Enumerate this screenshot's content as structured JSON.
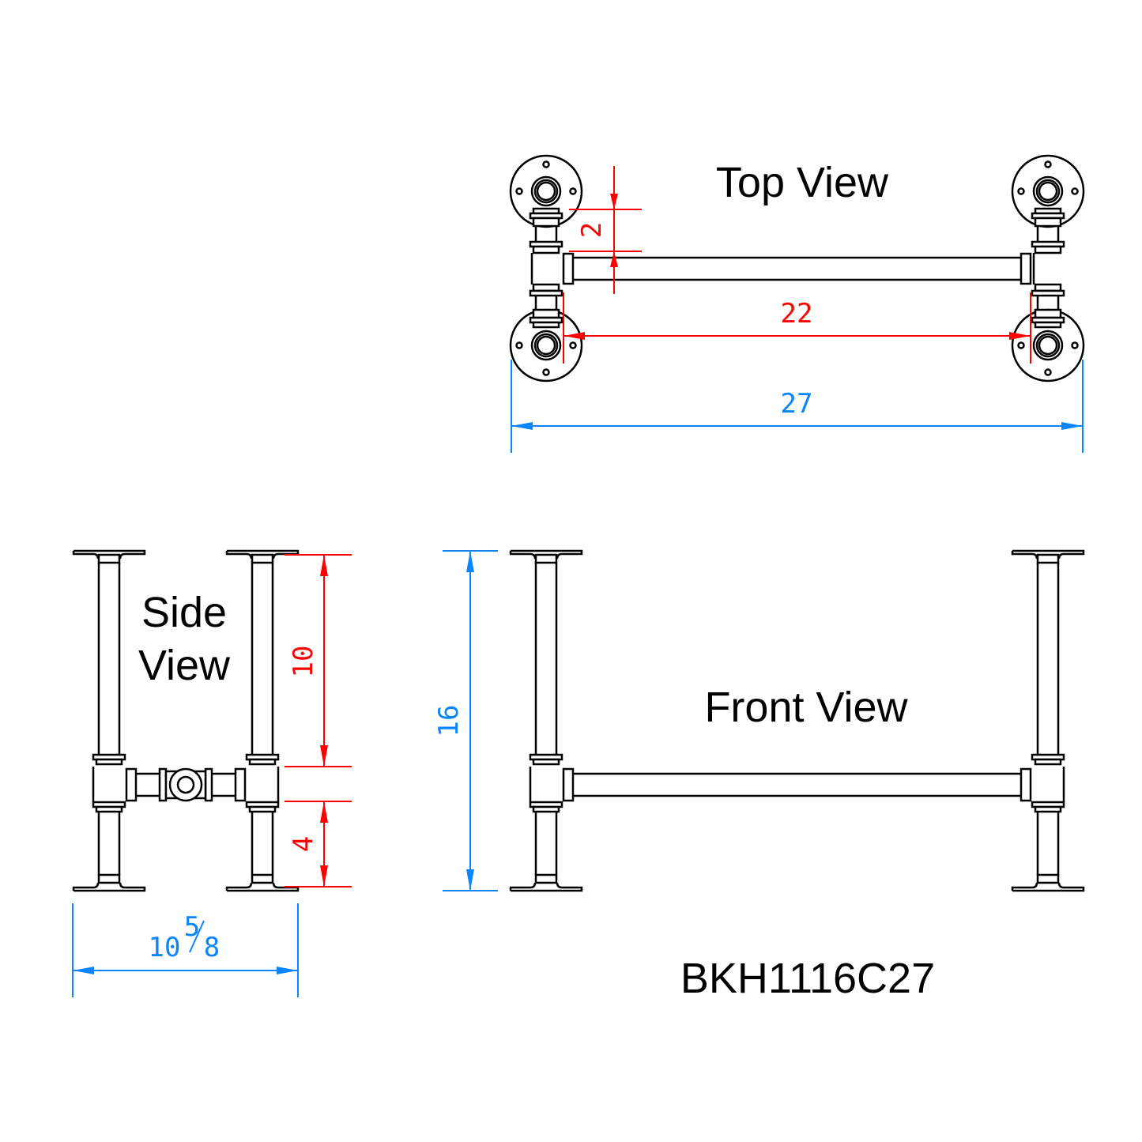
{
  "views": {
    "top": {
      "title": "Top View"
    },
    "side": {
      "title_line1": "Side",
      "title_line2": "View"
    },
    "front": {
      "title": "Front View"
    }
  },
  "dimensions": {
    "top_gap": "2",
    "top_inner_width": "22",
    "top_overall_width": "27",
    "side_upper_height": "10",
    "side_lower_height": "4",
    "side_width_whole": "10",
    "side_width_fraction_num": "5",
    "side_width_fraction_den": "8",
    "front_height": "16"
  },
  "part_number": "BKH1116C27",
  "colors": {
    "dimension_red": "#ff0000",
    "dimension_blue": "#0a84ff",
    "linework": "#000000"
  }
}
